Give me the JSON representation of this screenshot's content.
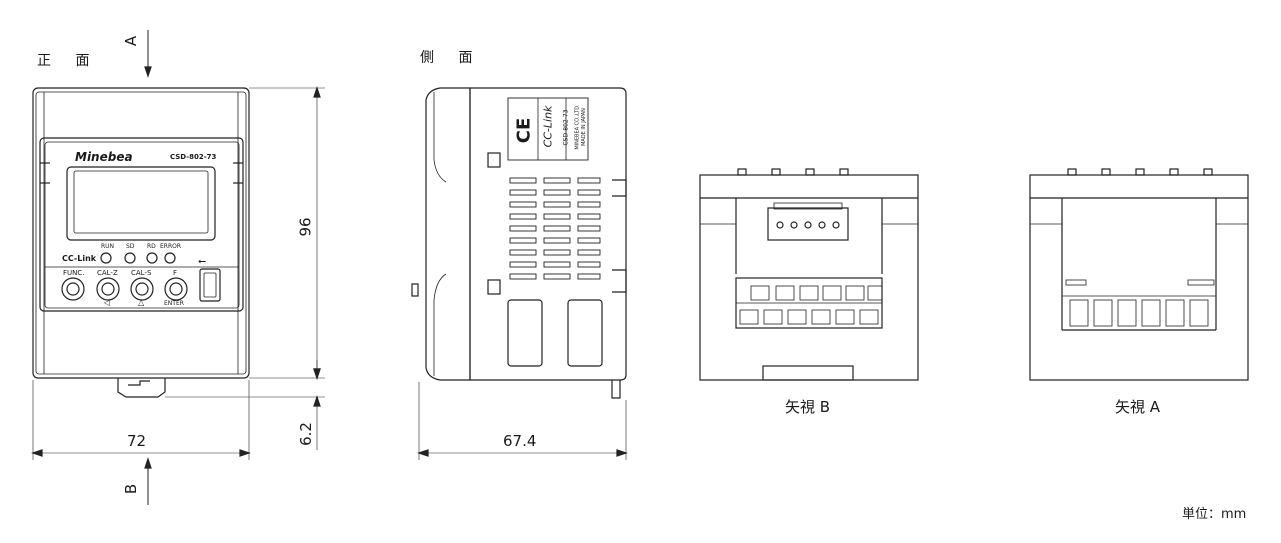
{
  "views": {
    "front": "正 面",
    "side": "側 面",
    "view_b": "矢視 B",
    "view_a": "矢視 A"
  },
  "arrows": {
    "a": "A",
    "b": "B"
  },
  "dimensions": {
    "height": "96",
    "bottom": "6.2",
    "width": "72",
    "depth": "67.4"
  },
  "unit": "単位：mm",
  "device": {
    "brand": "Minebea",
    "model": "CSD-802-73",
    "network": "CC-Link",
    "leds": [
      "RUN",
      "SD",
      "RD",
      "ERROR"
    ],
    "buttons": [
      "FUNC.",
      "CAL-Z",
      "CAL-S",
      "F"
    ],
    "enter": "ENTER",
    "usb_symbol": "⭠",
    "ce_mark": "CE",
    "side_logo": "CC-Link",
    "side_label_lines": [
      "CSD-802-73",
      "MINEBEA CO.,LTD.",
      "MADE IN JAPAN"
    ],
    "arrow_left": "◁",
    "arrow_up": "△"
  }
}
